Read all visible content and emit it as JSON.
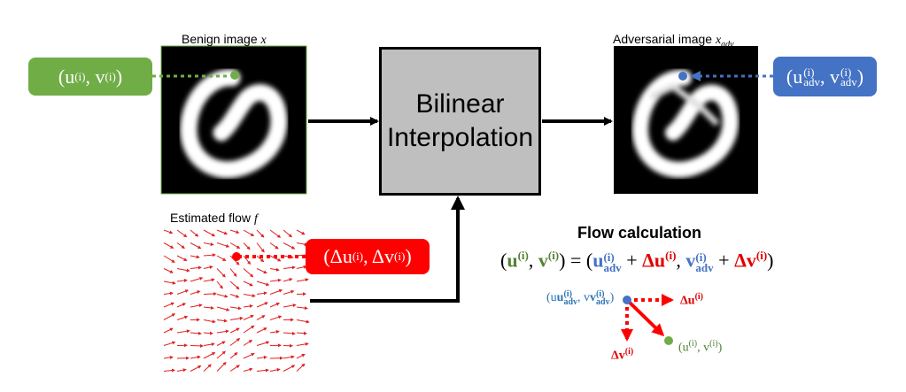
{
  "benign_label": "Benign image ",
  "benign_var": "x",
  "adv_label": "Adversarial image ",
  "adv_var": "x",
  "adv_sub": "adv",
  "box_text": "Bilinear\nInterpolation",
  "flow_label": "Estimated flow ",
  "flow_var": "f",
  "pill_green": {
    "u": "(u",
    "sup": "(i)",
    "v": ", v",
    "close": ")"
  },
  "pill_blue": {
    "u": "(u",
    "sup": "(i)",
    "sub": "adv",
    "v": ", v",
    "close": ")"
  },
  "pill_red": {
    "du": "(Δu",
    "sup": "(i)",
    "dv": ", Δv",
    "close": ")"
  },
  "flow_calc_title": "Flow calculation",
  "equation": {
    "lhs_open": "(",
    "u": "u",
    "comma": ", ",
    "v": "v",
    "sup": "(i)",
    "lhs_close": ") = (",
    "plus1": " + ",
    "du": "Δu",
    "plus2": " + ",
    "dv": "Δv",
    "rhs_close": ")",
    "adv": "adv"
  },
  "diagram_labels": {
    "uv_adv": "(u",
    "uv_adv_mid": ", v",
    "close": ")",
    "du": "Δu",
    "dv": "Δv",
    "uv": "(u",
    "uv_mid": ", v",
    "sup": "(i)",
    "adv": "adv"
  },
  "colors": {
    "green": "#70ad47",
    "blue": "#4472c4",
    "red": "#ff0000",
    "eq_green": "#548235",
    "eq_blue": "#4472c4",
    "eq_red": "#e00000",
    "diag_blue": "#2e75b6",
    "box_fill": "#bfbfbf"
  }
}
